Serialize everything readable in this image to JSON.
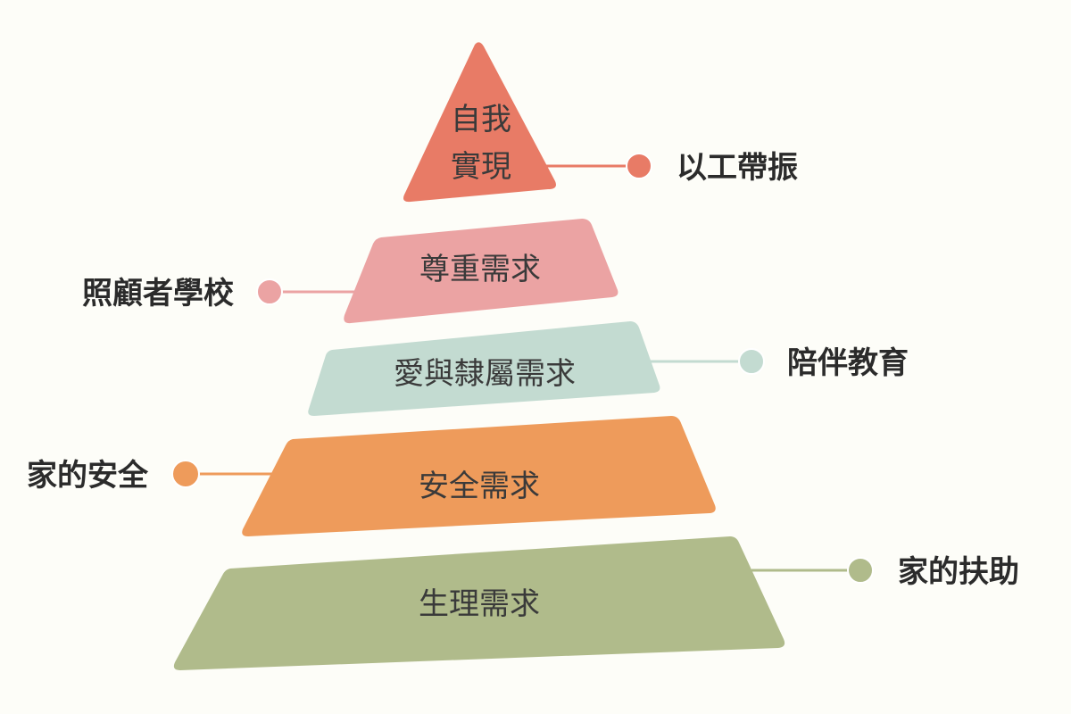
{
  "pyramid": {
    "tiers": [
      {
        "label_lines": [
          "自我",
          "實現"
        ],
        "color": "#e87b66",
        "side_label": "以工帶振",
        "side_color": "#e87b66"
      },
      {
        "label_lines": [
          "尊重需求"
        ],
        "color": "#eba3a3",
        "side_label": "照顧者學校",
        "side_color": "#eba3a3"
      },
      {
        "label_lines": [
          "愛與隸屬需求"
        ],
        "color": "#c3dbd1",
        "side_label": "陪伴教育",
        "side_color": "#c3dbd1"
      },
      {
        "label_lines": [
          "安全需求"
        ],
        "color": "#ee9b5b",
        "side_label": "家的安全",
        "side_color": "#ee9b5b"
      },
      {
        "label_lines": [
          "生理需求"
        ],
        "color": "#b0bb8b",
        "side_label": "家的扶助",
        "side_color": "#b0bb8b"
      }
    ]
  }
}
